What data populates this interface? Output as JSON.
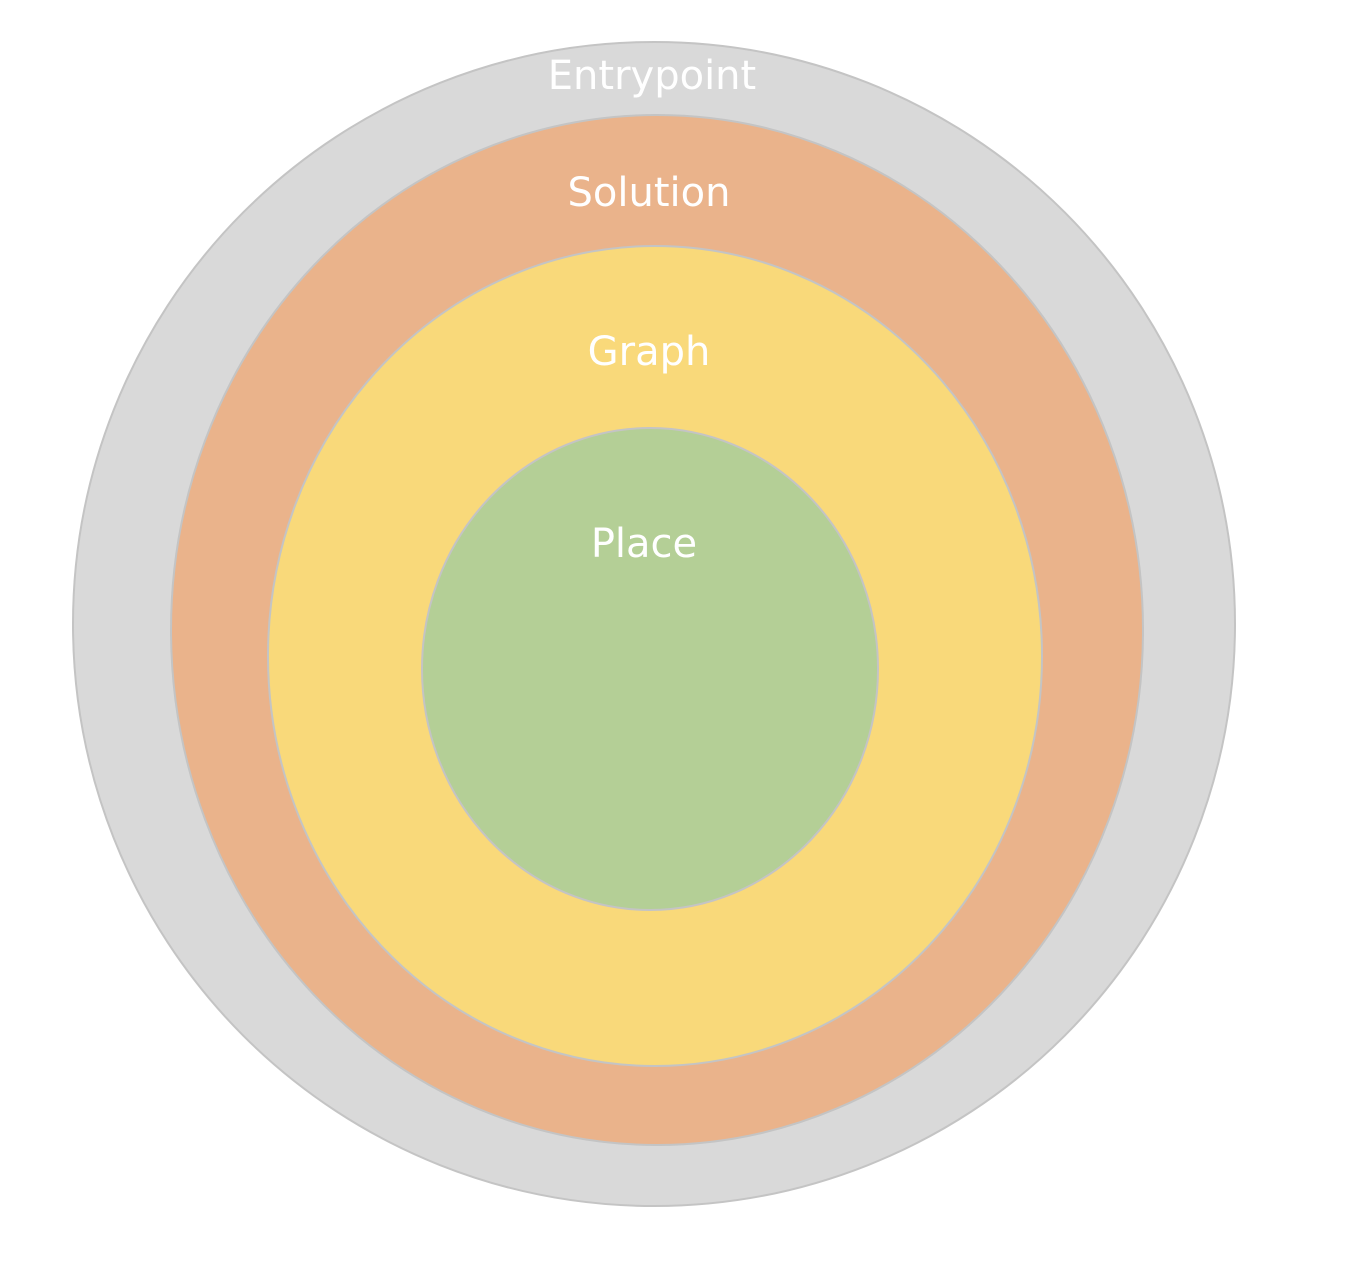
{
  "diagram": {
    "layers": [
      {
        "id": "entrypoint",
        "label": "Entrypoint",
        "color": "#d9d9d9"
      },
      {
        "id": "solution",
        "label": "Solution",
        "color": "#eab38b"
      },
      {
        "id": "graph",
        "label": "Graph",
        "color": "#f9d97a"
      },
      {
        "id": "place",
        "label": "Place",
        "color": "#b4cf96"
      }
    ],
    "stroke_color": "#c4c4c4"
  }
}
